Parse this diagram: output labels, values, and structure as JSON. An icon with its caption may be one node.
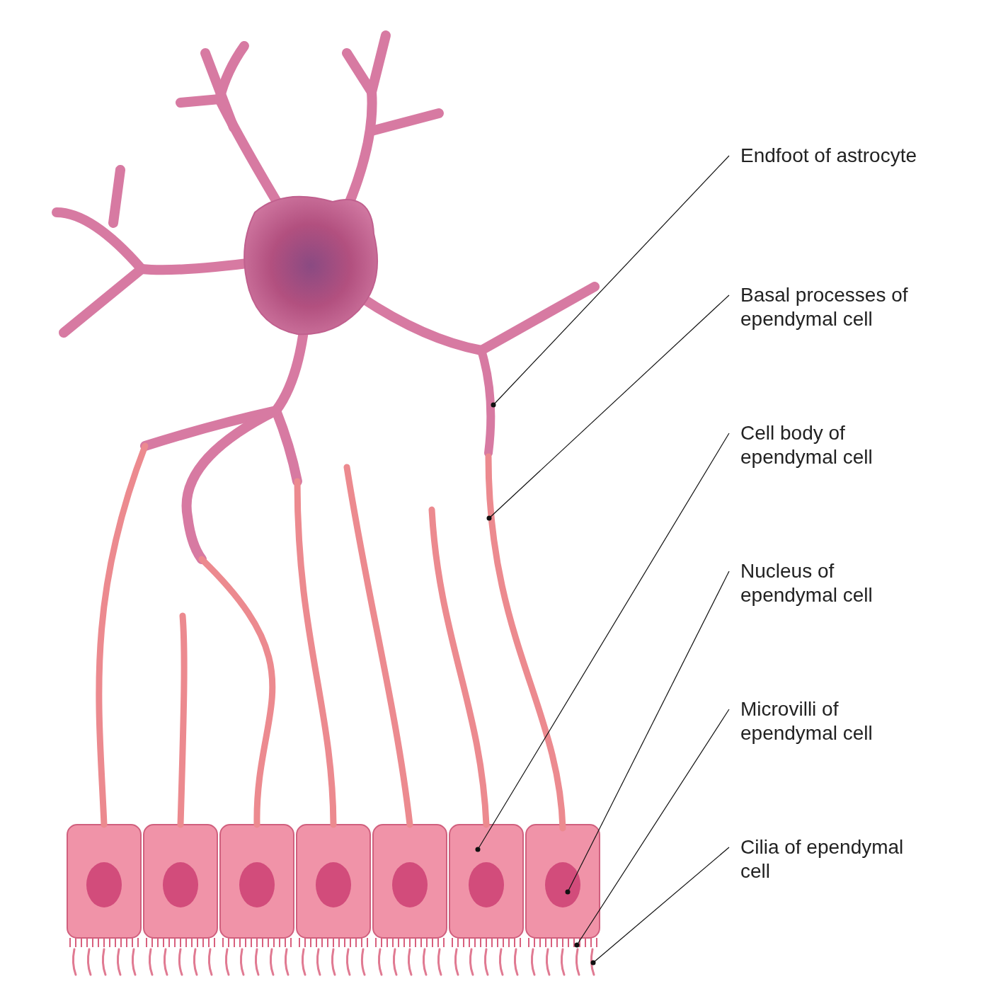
{
  "diagram": {
    "nodes": [
      {
        "text": [
          "Endfoot of astrocyte"
        ]
      },
      {
        "text": [
          "Basal processes of ependymal cell"
        ]
      },
      {
        "text": [
          "Cell body of ependymal cell"
        ]
      },
      {
        "text": [
          "Nucleus of ependymal cell"
        ]
      },
      {
        "text": [
          "Microvilli of ependymal cell"
        ]
      },
      {
        "text": [
          "Cilia of ependymal cell"
        ]
      },
      {
        "text": [],
        "shape": "picture"
      },
      {
        "text": [],
        "shape": "picture"
      },
      {
        "text": [],
        "shape": "box"
      },
      {
        "text": [],
        "shape": "circle"
      },
      {
        "text": [],
        "shape": "picture"
      },
      {
        "text": [],
        "shape": "picture"
      }
    ],
    "edges": [
      {
        "from": 0,
        "to": 6,
        "arrow": "other"
      },
      {
        "from": 1,
        "to": 7,
        "arrow": "other"
      },
      {
        "from": 2,
        "to": 8,
        "arrow": "other"
      },
      {
        "from": 3,
        "to": 9,
        "arrow": "other"
      },
      {
        "from": 4,
        "to": 10,
        "arrow": "other"
      },
      {
        "from": 5,
        "to": 11,
        "arrow": "other"
      }
    ]
  }
}
